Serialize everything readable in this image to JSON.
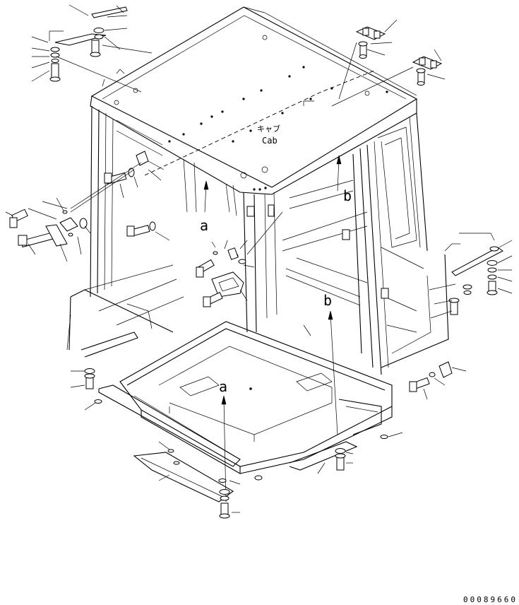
{
  "cab_label": {
    "japanese": "キャブ",
    "english": "Cab"
  },
  "view_markers": {
    "a": "a",
    "b": "b"
  },
  "diagram_code": "00089660"
}
